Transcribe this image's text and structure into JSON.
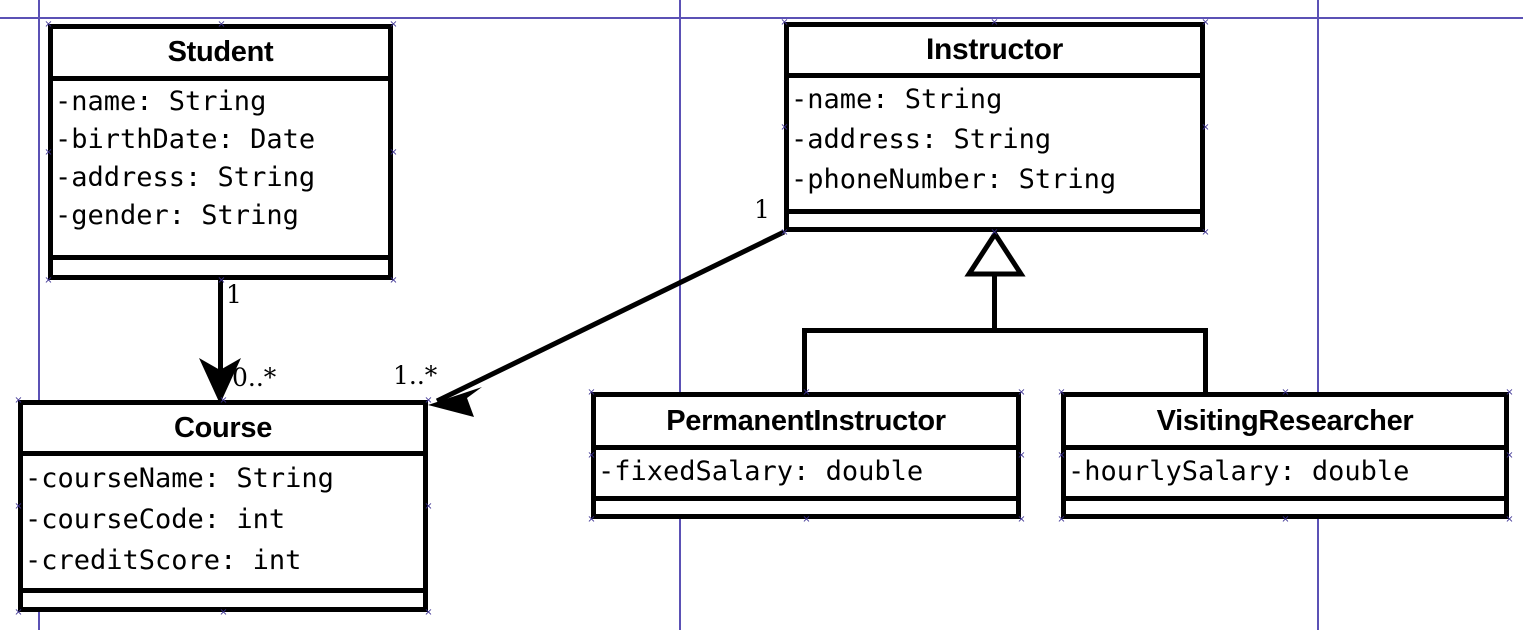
{
  "diagram": {
    "kind": "uml-class-diagram",
    "background": "#ffffff",
    "line_color": "#000000",
    "guide_color": "#5b51b5",
    "anchor_color": "#3b3192"
  },
  "classes": [
    {
      "id": "student",
      "name": "Student",
      "attributes": [
        "-name: String",
        "-birthDate: Date",
        "-address: String",
        "-gender: String"
      ],
      "methods": []
    },
    {
      "id": "instructor",
      "name": "Instructor",
      "attributes": [
        "-name: String",
        "-address: String",
        "-phoneNumber: String"
      ],
      "methods": []
    },
    {
      "id": "course",
      "name": "Course",
      "attributes": [
        "-courseName: String",
        "-courseCode: int",
        "-creditScore: int"
      ],
      "methods": []
    },
    {
      "id": "permanent_instructor",
      "name": "PermanentInstructor",
      "attributes": [
        "-fixedSalary: double"
      ],
      "methods": []
    },
    {
      "id": "visiting_researcher",
      "name": "VisitingResearcher",
      "attributes": [
        "-hourlySalary: double"
      ],
      "methods": []
    }
  ],
  "relationships": [
    {
      "id": "student-course",
      "type": "association",
      "arrow": "filled",
      "from": "student",
      "to": "course",
      "source_multiplicity": "1",
      "target_multiplicity": "0..*"
    },
    {
      "id": "instructor-course",
      "type": "association",
      "arrow": "filled",
      "from": "instructor",
      "to": "course",
      "source_multiplicity": "1",
      "target_multiplicity": "1..*"
    },
    {
      "id": "permanent-inherits-instructor",
      "type": "generalization",
      "arrow": "hollow-triangle",
      "from": "permanent_instructor",
      "to": "instructor",
      "source_multiplicity": "",
      "target_multiplicity": ""
    },
    {
      "id": "visiting-inherits-instructor",
      "type": "generalization",
      "arrow": "hollow-triangle",
      "from": "visiting_researcher",
      "to": "instructor",
      "source_multiplicity": "",
      "target_multiplicity": ""
    }
  ],
  "multiplicity_labels": {
    "student_one": "1",
    "course_zero_many": "0..*",
    "course_one_many": "1..*",
    "instructor_one": "1"
  }
}
